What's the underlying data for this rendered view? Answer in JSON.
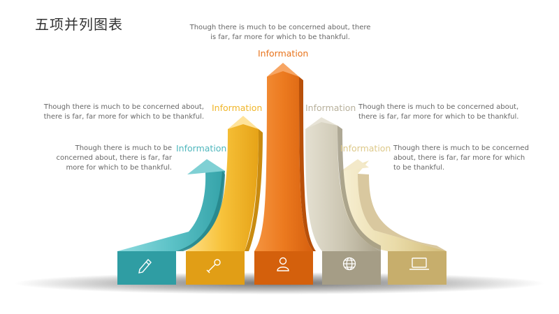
{
  "title": "五项并列图表",
  "items": [
    {
      "label": "Information",
      "text": "Though there is much to be concerned about, there is far, far more for which to be thankful.",
      "color": "#4fb7bd",
      "icon": "pencil-icon"
    },
    {
      "label": "Information",
      "text": "Though there is much to be concerned about, there is far, far more for which to be thankful.",
      "color": "#f0b62a",
      "icon": "wrench-icon"
    },
    {
      "label": "Information",
      "text": "Though there is much to be concerned about, there is far, far more for which to be thankful.",
      "color": "#e8731b",
      "icon": "user-icon"
    },
    {
      "label": "Information",
      "text": "Though there is much to be concerned about, there is far, far more for which to be thankful.",
      "color": "#b8b19c",
      "icon": "globe-icon"
    },
    {
      "label": "Information",
      "text": "Though there is much to be concerned about, there is far, far more for which to be thankful.",
      "color": "#ddc98a",
      "icon": "laptop-icon"
    }
  ]
}
